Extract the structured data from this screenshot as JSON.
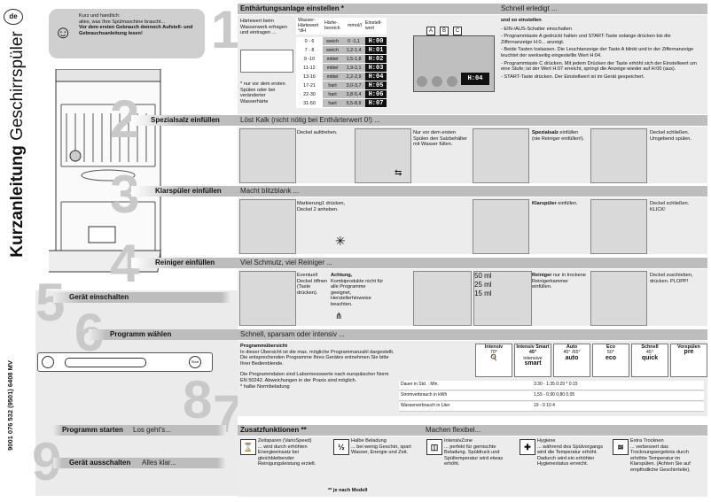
{
  "lang_badge": "de",
  "vertical_title_bold": "Kurzanleitung",
  "vertical_title_light": "Geschirrspüler",
  "doc_number": "9001 076 532 (9501) 6408 MV",
  "intro": {
    "line1": "Kurz und handlich:",
    "line2": "alles, was Ihre Spülmaschine braucht...",
    "bold": "Vor dem ersten Gebrauch dennoch Aufstell- und Gebrauchsanleitung lesen!"
  },
  "steps": {
    "s1": {
      "num": "1",
      "title": "Enthärtungsanlage einstellen *",
      "sub": "Schnell erledigt ..."
    },
    "s2": {
      "num": "2",
      "title": "Spezialsalz einfüllen",
      "sub": "Löst Kalk (nicht nötig bei Enthärterwert 0!) ..."
    },
    "s3": {
      "num": "3",
      "title": "Klarspüler einfüllen",
      "sub": "Macht blitzblank ..."
    },
    "s4": {
      "num": "4",
      "title": "Reiniger einfüllen",
      "sub": "Viel Schmutz, viel Reiniger ..."
    },
    "s5": {
      "num": "5",
      "title": "Gerät einschalten"
    },
    "s6": {
      "num": "6",
      "title": "Programm wählen",
      "sub": "Schnell, sparsam oder intensiv ..."
    },
    "s7": {
      "num": "7",
      "title": "Zusatzfunktionen **",
      "sub": "Machen flexibel..."
    },
    "s8": {
      "num": "8"
    },
    "s9": {
      "num": "9",
      "title_start": "Programm starten",
      "sub_start": "Los geht's...",
      "title_off": "Gerät ausschalten",
      "sub_off": "Alles klar..."
    }
  },
  "hardness": {
    "left_text": "Härtewert beim Wasserwerk erfragen und eintragen ...",
    "note": "* nur vor dem ersten Spülen oder bei veränderter Wasserhärte",
    "headers": [
      "Wasser-Härtewert °dH",
      "Härte-bereich",
      "mmol/l",
      "Einstell-wert"
    ],
    "rows": [
      [
        "0 - 6",
        "weich",
        "0 -1,1",
        "H:00"
      ],
      [
        "7 - 8",
        "weich",
        "1,2-1,4",
        "H:01"
      ],
      [
        "9 -10",
        "mittel",
        "1,5-1,8",
        "H:02"
      ],
      [
        "11-12",
        "mittel",
        "1,9-2,1",
        "H:03"
      ],
      [
        "13-16",
        "mittel",
        "2,2-2,9",
        "H:04"
      ],
      [
        "17-21",
        "hart",
        "3,0-3,7",
        "H:05"
      ],
      [
        "22-30",
        "hart",
        "3,8-5,4",
        "H:06"
      ],
      [
        "31-50",
        "hart",
        "5,5-8,9",
        "H:07"
      ]
    ],
    "buttons": [
      "A",
      "B",
      "C"
    ],
    "display": "H:04",
    "howto_title": "und so einstellen",
    "howto": [
      "- EIN-/AUS-Schalter einschalten",
      "- Programmtaste A gedrückt halten und START-Taste solange drücken bis die Ziffernanzeige H:0... anzeigt.",
      "- Beide Tasten loslassen. Die Leuchtanzeige der Taste A blinkt und in der Ziffernanzeige leuchtet der werkseitig eingestellte Wert H:04.",
      "- Programmtaste C drücken. Mit jedem Drücken der Taste erhöht sich der Einstellwert um eine Stufe; ist der Wert H:07 erreicht, springt die Anzeige wieder auf H:00 (aus).",
      "- START-Taste drücken. Der Einstellwert ist im Gerät gespeichert."
    ]
  },
  "salt": {
    "t1": "Deckel aufdrehen.",
    "t2": "Nur vor dem ersten Spülen den Salzbehälter mit Wasser füllen.",
    "t3_bold": "Spezialsalz",
    "t3": "einfüllen (nie Reiniger einfüllen!).",
    "t4": "Deckel schließen. Umgebend spülen."
  },
  "rinse": {
    "t1": "Markierung1 drücken, Deckel 2 anheben.",
    "t2_bold": "Klarspüler",
    "t2": "einfüllen.",
    "t3": "Deckel schließen. KLICK!"
  },
  "detergent": {
    "t1": "Eventuell Deckel öffnen (Taste drücken).",
    "t2_bold": "Achtung,",
    "t2": "Kombiprodukte nicht für alle Programme geeignet, Herstellerhinweise beachten.",
    "ml": [
      "50 ml",
      "25 ml",
      "15 ml"
    ],
    "t3_bold": "Reiniger",
    "t3": "nur in trockene Reinigerkammer einfüllen.",
    "t4": "Deckel zuschieben, drücken. PLOPP!"
  },
  "programs": {
    "overview_title": "Programmübersicht",
    "overview_text": "In dieser Übersicht ist die max. mögliche Programmanzahl dargestellt. Die entsprechenden Programme Ihres Gerätes entnehmen Sie bitte Ihrer Bedienblende.",
    "norm_text": "Die Programmdaten sind Labormesswerte nach europäischer Norm EN 50242. Abweichungen in der Praxis sind möglich.",
    "norm_note": "* halbe Normbeladung",
    "items": [
      {
        "name": "Intensiv",
        "temp": "70°",
        "sym": "🍳"
      },
      {
        "name": "Intensiv Smart 45°",
        "temp": "intensive",
        "sym": "smart"
      },
      {
        "name": "Auto",
        "temp": "45° /65°",
        "sym": "auto"
      },
      {
        "name": "Eco",
        "temp": "50°",
        "sym": "eco"
      },
      {
        "name": "Schnell",
        "temp": "45°",
        "sym": "quick"
      },
      {
        "name": "Vorspülen",
        "temp": "",
        "sym": "pre"
      }
    ],
    "consumption": [
      {
        "label": "Dauer in Std. : Min.",
        "value": "3:30 - 1:35 0:29 * 0:15"
      },
      {
        "label": "Stromverbrauch in kWh",
        "value": "1,55 - 0,90 0,80 0,05"
      },
      {
        "label": "Wasserverbrauch in Liter",
        "value": "19 - 9 10 4"
      }
    ]
  },
  "functions": {
    "footnote": "** je nach Modell",
    "items": [
      {
        "icon": "⌛",
        "title": "Zeitsparen (VarioSpeed)",
        "text": "... wird durch erhöhten Energieeinsatz bei gleichbleibender Reinigungsleistung erzielt."
      },
      {
        "icon": "½",
        "title": "Halbe Beladung",
        "text": "... bei wenig Geschirr, spart Wasser, Energie und Zeit."
      },
      {
        "icon": "◫",
        "title": "IntensivZone",
        "text": "... perfekt für gemischte Beladung. Spüldruck und Spültemperatur wird etwas erhöht."
      },
      {
        "icon": "✚",
        "title": "Hygiene",
        "text": "... während des Spülvorgangs wird die Temperatur erhöht. Dadurch wird ein erhöhter Hygienestatus erreicht."
      },
      {
        "icon": "≋",
        "title": "Extra Trocknen",
        "text": "... verbessert das Trocknungsergebnis durch erhöhte Temperatur im Klarspülen. (Achten Sie auf empfindliche Geschirrteile)."
      }
    ]
  }
}
